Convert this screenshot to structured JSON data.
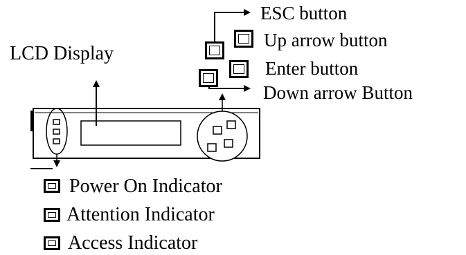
{
  "diagram": {
    "lcd_label": "LCD Display",
    "buttons": {
      "esc": "ESC button",
      "up": "Up arrow button",
      "enter": "Enter button",
      "down": "Down arrow Button"
    },
    "indicators": {
      "power": "Power On Indicator",
      "attention": "Attention Indicator",
      "access": "Access Indicator"
    }
  }
}
